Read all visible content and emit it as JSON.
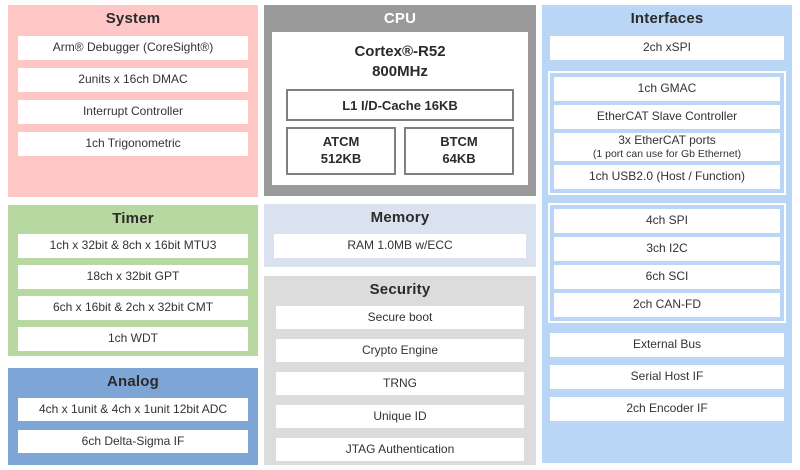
{
  "colors": {
    "system_bg": "#ffc6c6",
    "timer_bg": "#b7d8a0",
    "analog_bg": "#7da6d7",
    "cpu_bg": "#9a9a9a",
    "memory_bg": "#d9e2ee",
    "security_bg": "#dcdcdc",
    "interfaces_bg": "#b9d6f6",
    "text": "#333333"
  },
  "blocks": {
    "system": {
      "title": "System",
      "items": [
        "Arm® Debugger (CoreSight®)",
        "2units x 16ch DMAC",
        "Interrupt Controller",
        "1ch Trigonometric"
      ]
    },
    "timer": {
      "title": "Timer",
      "items": [
        "1ch x 32bit & 8ch x 16bit MTU3",
        "18ch x 32bit GPT",
        "6ch x 16bit & 2ch x 32bit CMT",
        "1ch WDT"
      ]
    },
    "analog": {
      "title": "Analog",
      "items": [
        "4ch x 1unit & 4ch x 1unit 12bit ADC",
        "6ch Delta-Sigma IF"
      ]
    },
    "cpu": {
      "title": "CPU",
      "core_name": "Cortex®-R52",
      "core_freq": "800MHz",
      "cache": "L1 I/D-Cache 16KB",
      "atcm_name": "ATCM",
      "atcm_size": "512KB",
      "btcm_name": "BTCM",
      "btcm_size": "64KB"
    },
    "memory": {
      "title": "Memory",
      "items": [
        "RAM 1.0MB w/ECC"
      ]
    },
    "security": {
      "title": "Security",
      "items": [
        "Secure boot",
        "Crypto Engine",
        "TRNG",
        "Unique ID",
        "JTAG Authentication"
      ]
    },
    "interfaces": {
      "title": "Interfaces",
      "xspi": "2ch xSPI",
      "gmac": "1ch GMAC",
      "ethercat_slave": "EtherCAT Slave Controller",
      "ethercat_ports_line1": "3x EtherCAT ports",
      "ethercat_ports_line2": "(1 port can use for Gb Ethernet)",
      "usb": "1ch USB2.0 (Host / Function)",
      "spi": "4ch SPI",
      "i2c": "3ch I2C",
      "sci": "6ch SCI",
      "canfd": "2ch CAN-FD",
      "external_bus": "External Bus",
      "serial_host": "Serial Host IF",
      "encoder": "2ch Encoder IF"
    }
  }
}
